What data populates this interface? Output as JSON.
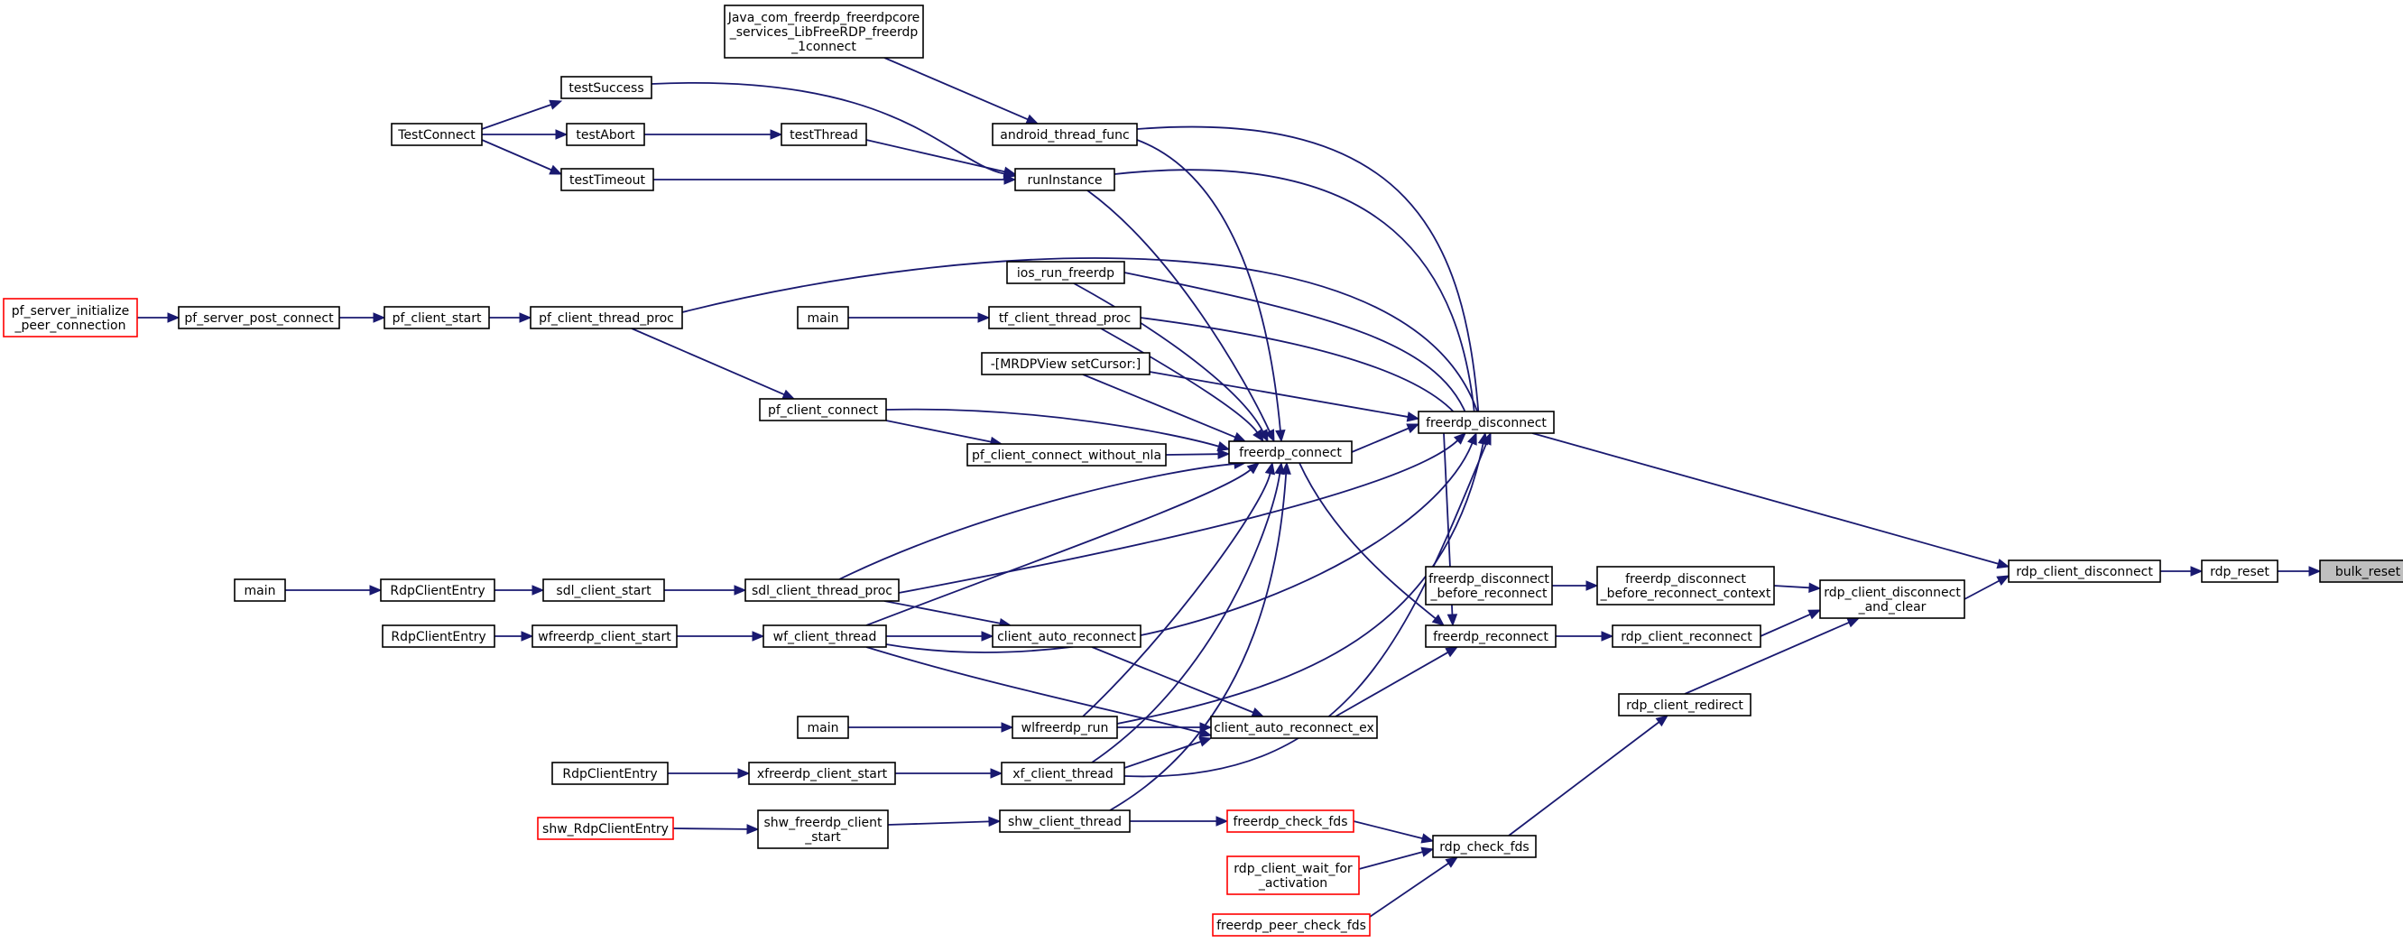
{
  "nodes": {
    "bulk_reset": [
      "bulk_reset"
    ],
    "rdp_reset": [
      "rdp_reset"
    ],
    "rdp_client_disconnect": [
      "rdp_client_disconnect"
    ],
    "rdp_client_disconnect_and_clear": [
      "rdp_client_disconnect",
      "_and_clear"
    ],
    "freerdp_disconnect": [
      "freerdp_disconnect"
    ],
    "freerdp_disconnect_before_reconnect_context": [
      "freerdp_disconnect",
      "_before_reconnect_context"
    ],
    "freerdp_disconnect_before_reconnect": [
      "freerdp_disconnect",
      "_before_reconnect"
    ],
    "rdp_client_reconnect": [
      "rdp_client_reconnect"
    ],
    "freerdp_reconnect": [
      "freerdp_reconnect"
    ],
    "rdp_client_redirect": [
      "rdp_client_redirect"
    ],
    "rdp_check_fds": [
      "rdp_check_fds"
    ],
    "freerdp_check_fds": [
      "freerdp_check_fds"
    ],
    "rdp_client_wait_for_activation": [
      "rdp_client_wait_for",
      "_activation"
    ],
    "freerdp_peer_check_fds": [
      "freerdp_peer_check_fds"
    ],
    "freerdp_connect": [
      "freerdp_connect"
    ],
    "client_auto_reconnect_ex": [
      "client_auto_reconnect_ex"
    ],
    "client_auto_reconnect": [
      "client_auto_reconnect"
    ],
    "android_thread_func": [
      "android_thread_func"
    ],
    "jni_connect": [
      "Java_com_freerdp_freerdpcore",
      "_services_LibFreeRDP_freerdp",
      "_1connect"
    ],
    "runInstance": [
      "runInstance"
    ],
    "testSuccess": [
      "testSuccess"
    ],
    "testAbort": [
      "testAbort"
    ],
    "testThread": [
      "testThread"
    ],
    "testTimeout": [
      "testTimeout"
    ],
    "TestConnect": [
      "TestConnect"
    ],
    "ios_run_freerdp": [
      "ios_run_freerdp"
    ],
    "tf_client_thread_proc": [
      "tf_client_thread_proc"
    ],
    "main_tf": [
      "main"
    ],
    "mrdpview": [
      "-[MRDPView setCursor:]"
    ],
    "pf_client_thread_proc": [
      "pf_client_thread_proc"
    ],
    "pf_client_start": [
      "pf_client_start"
    ],
    "pf_server_post_connect": [
      "pf_server_post_connect"
    ],
    "pf_server_initialize_peer_connection": [
      "pf_server_initialize",
      "_peer_connection"
    ],
    "pf_client_connect": [
      "pf_client_connect"
    ],
    "pf_client_connect_without_nla": [
      "pf_client_connect_without_nla"
    ],
    "sdl_client_thread_proc": [
      "sdl_client_thread_proc"
    ],
    "sdl_client_start": [
      "sdl_client_start"
    ],
    "RdpClientEntry_sdl": [
      "RdpClientEntry"
    ],
    "main_sdl": [
      "main"
    ],
    "wf_client_thread": [
      "wf_client_thread"
    ],
    "wfreerdp_client_start": [
      "wfreerdp_client_start"
    ],
    "RdpClientEntry_wf": [
      "RdpClientEntry"
    ],
    "wlfreerdp_run": [
      "wlfreerdp_run"
    ],
    "main_wl": [
      "main"
    ],
    "xf_client_thread": [
      "xf_client_thread"
    ],
    "xfreerdp_client_start": [
      "xfreerdp_client_start"
    ],
    "RdpClientEntry_xf": [
      "RdpClientEntry"
    ],
    "shw_client_thread": [
      "shw_client_thread"
    ],
    "shw_freerdp_client_start": [
      "shw_freerdp_client",
      "_start"
    ],
    "shw_RdpClientEntry": [
      "shw_RdpClientEntry"
    ]
  },
  "styles": {
    "edge_color": "#191970",
    "highlight_fill": "#bfbfbf",
    "truncated_border": "#ff0000"
  }
}
